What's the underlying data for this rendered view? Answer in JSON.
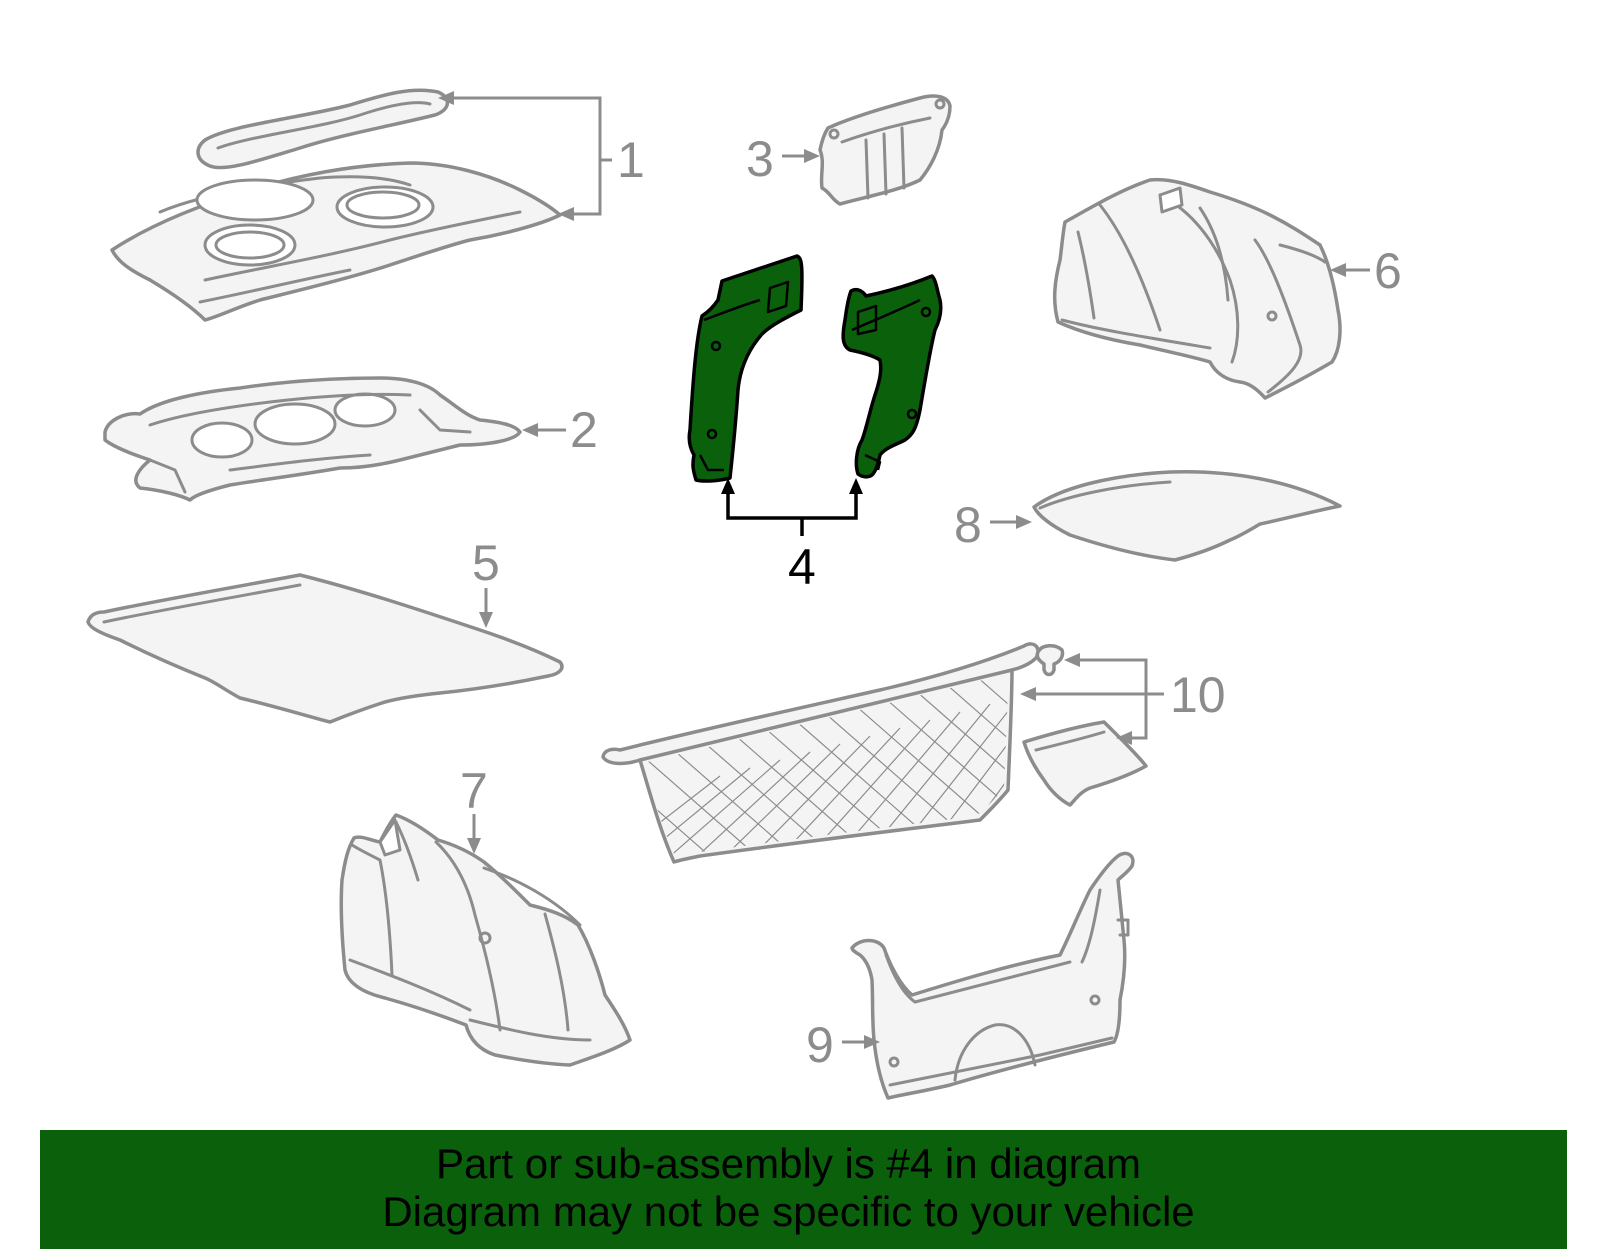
{
  "diagram": {
    "callouts": {
      "c1": "1",
      "c2": "2",
      "c3": "3",
      "c4": "4",
      "c5": "5",
      "c6": "6",
      "c7": "7",
      "c8": "8",
      "c9": "9",
      "c10": "10"
    },
    "highlighted_part": "4",
    "colors": {
      "highlight": "#0b600b",
      "line": "#8c8c8c",
      "banner": "#0b600b"
    }
  },
  "banner": {
    "line1": "Part or sub-assembly is #4 in diagram",
    "line2": "Diagram may not be specific to your vehicle"
  }
}
